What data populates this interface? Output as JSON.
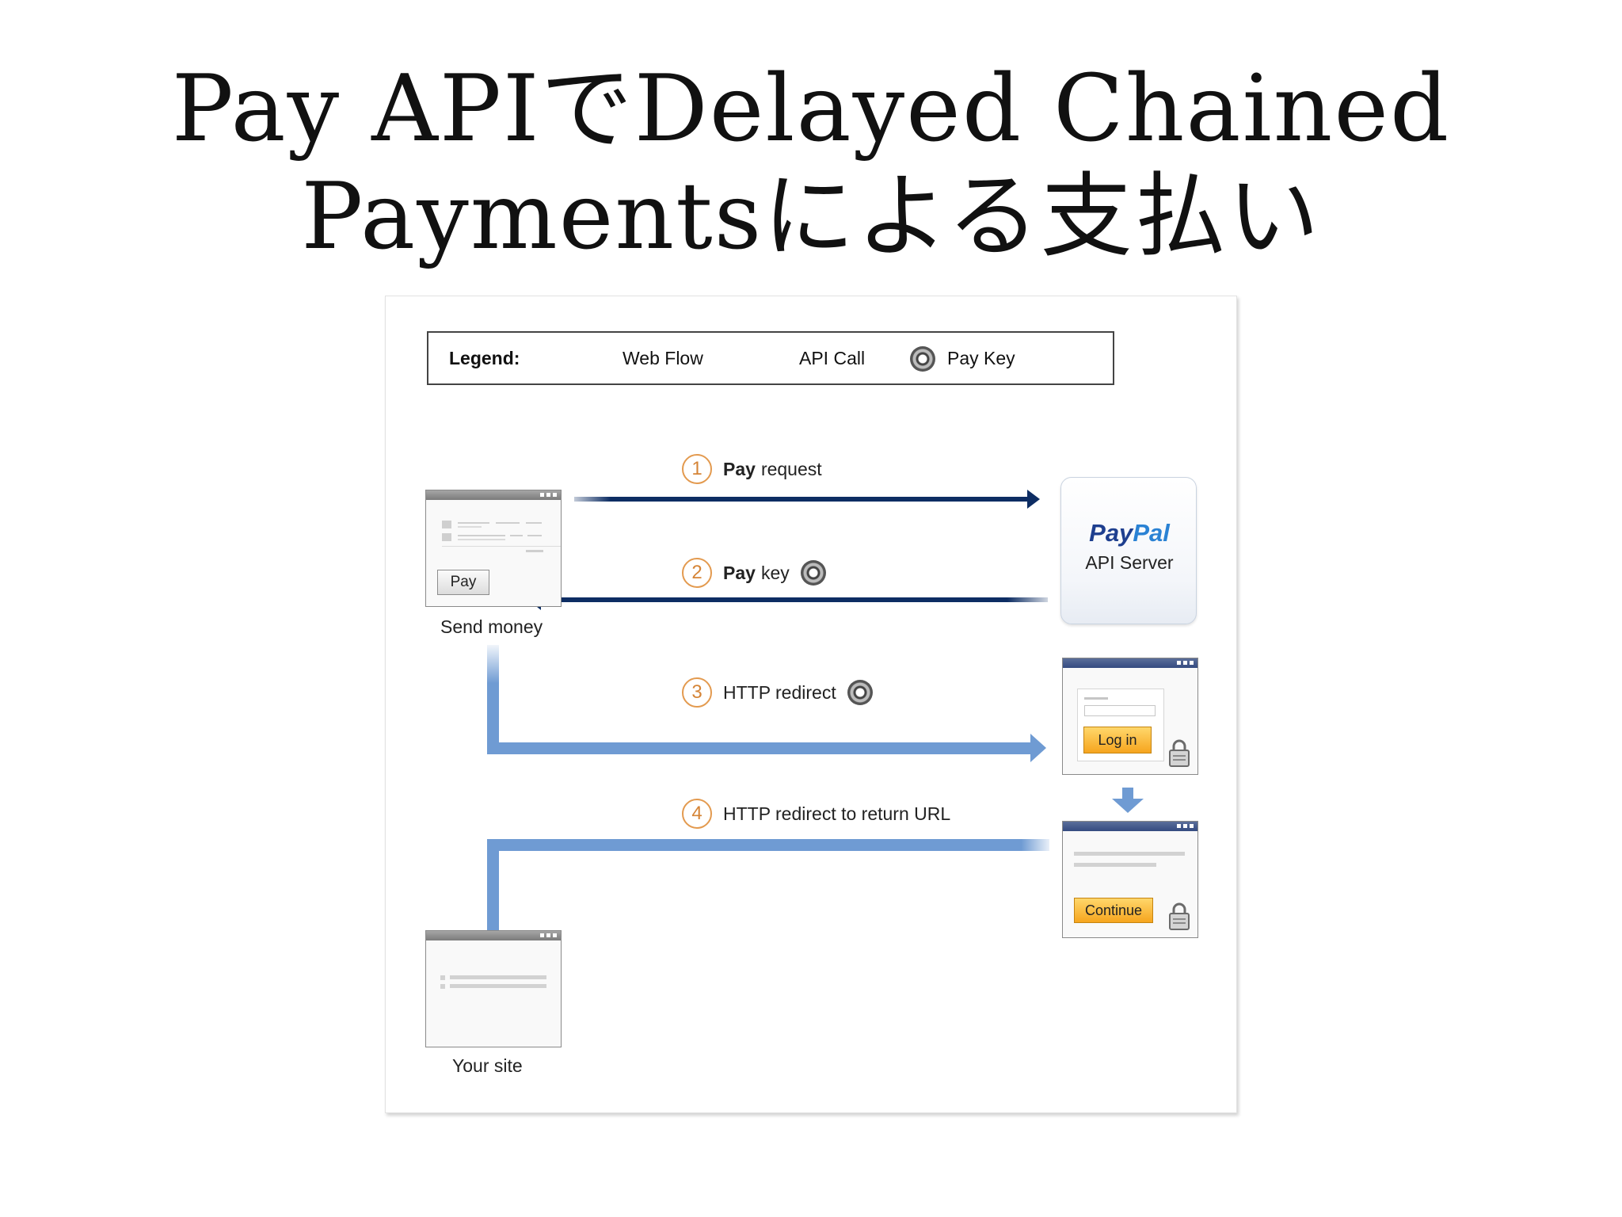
{
  "title": {
    "line1": "Pay APIでDelayed Chained",
    "line2": "Paymentsによる支払い"
  },
  "legend": {
    "label": "Legend:",
    "web_flow": "Web Flow",
    "api_call": "API Call",
    "pay_key": "Pay Key"
  },
  "steps": [
    {
      "number": "1",
      "bold": "Pay",
      "text": "request"
    },
    {
      "number": "2",
      "bold": "Pay",
      "text": "key"
    },
    {
      "number": "3",
      "bold": "",
      "text": "HTTP redirect"
    },
    {
      "number": "4",
      "bold": "",
      "text": "HTTP redirect to return URL"
    }
  ],
  "nodes": {
    "send_money_button": "Pay",
    "send_money_caption": "Send money",
    "paypal_logo_pay": "Pay",
    "paypal_logo_pal": "Pal",
    "paypal_sub": "API Server",
    "login_button": "Log in",
    "continue_button": "Continue",
    "your_site_caption": "Your site"
  },
  "colors": {
    "api_call_arrow": "#0d2d63",
    "web_flow_arrow": "#6f9bd3",
    "step_number": "#e39a4f",
    "paypal_blue": "#1e3f8f",
    "orange_button": "#f6a51e"
  },
  "icons": [
    "web-flow-arrow-icon",
    "api-call-arrow-icon",
    "pay-key-icon",
    "lock-icon"
  ]
}
